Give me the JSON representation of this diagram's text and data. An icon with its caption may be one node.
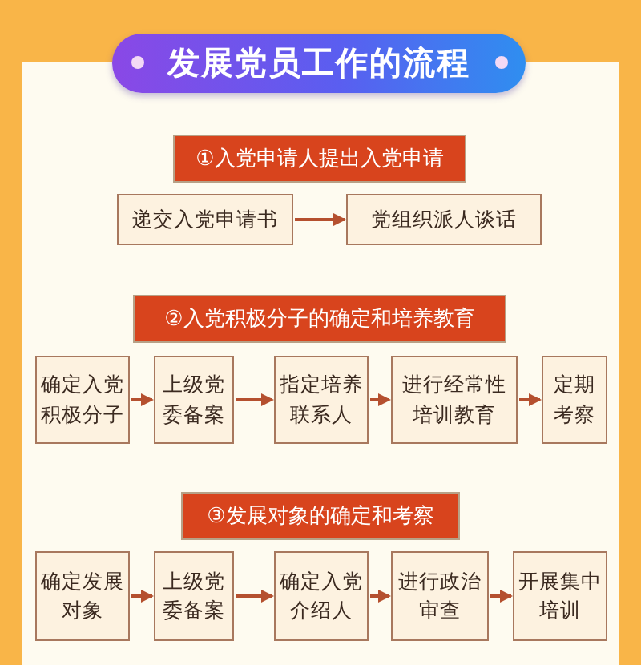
{
  "diagram": {
    "title": "发展党员工作的流程",
    "nodes": [
      {
        "text": [
          "①入党申请人提出入党申请"
        ]
      },
      {
        "text": [
          "递交入党申请书"
        ]
      },
      {
        "text": [
          "党组织派人谈话"
        ]
      },
      {
        "text": [
          "②入党积极分子的确定和培养教育"
        ]
      },
      {
        "text": [
          "确定入党积极分子"
        ]
      },
      {
        "text": [
          "上级党委备案"
        ]
      },
      {
        "text": [
          "指定培养联系人"
        ]
      },
      {
        "text": [
          "进行经常性培训教育"
        ]
      },
      {
        "text": [
          "定期考察"
        ]
      },
      {
        "text": [
          "③发展对象的确定和考察"
        ]
      },
      {
        "text": [
          "确定发展对象"
        ]
      },
      {
        "text": [
          "上级党委备案"
        ]
      },
      {
        "text": [
          "确定入党介绍人"
        ]
      },
      {
        "text": [
          "进行政治审查"
        ]
      },
      {
        "text": [
          "开展集中培训"
        ]
      }
    ],
    "edges": [
      {
        "from": 1,
        "to": 2,
        "arrow": "to"
      },
      {
        "from": 4,
        "to": 5,
        "arrow": "to"
      },
      {
        "from": 5,
        "to": 6,
        "arrow": "to"
      },
      {
        "from": 6,
        "to": 7,
        "arrow": "to"
      },
      {
        "from": 7,
        "to": 8,
        "arrow": "to"
      },
      {
        "from": 10,
        "to": 11,
        "arrow": "to"
      },
      {
        "from": 11,
        "to": 12,
        "arrow": "to"
      },
      {
        "from": 12,
        "to": 13,
        "arrow": "to"
      },
      {
        "from": 13,
        "to": 14,
        "arrow": "to"
      }
    ]
  }
}
